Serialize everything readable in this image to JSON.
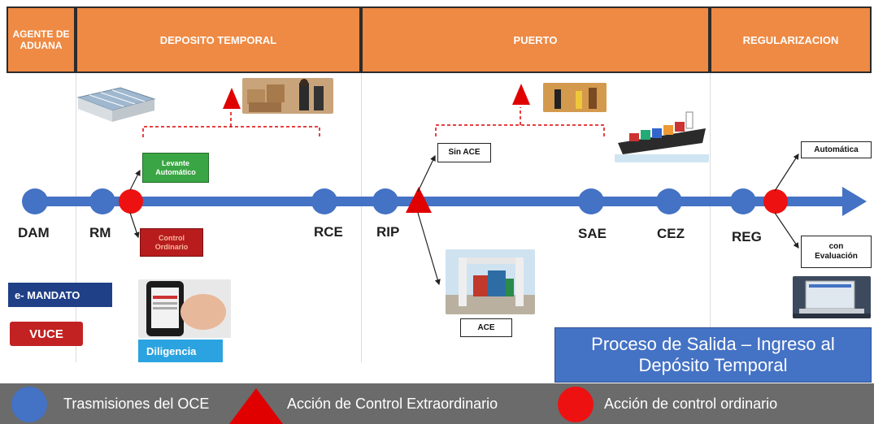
{
  "header": {
    "agente": "AGENTE DE ADUANA",
    "deposito": "DEPOSITO TEMPORAL",
    "puerto": "PUERTO",
    "regularizacion": "REGULARIZACION"
  },
  "timeline": {
    "nodes": [
      "DAM",
      "RM",
      "RCE",
      "RIP",
      "SAE",
      "CEZ",
      "REG"
    ]
  },
  "boxes": {
    "levante": "Levante Automático",
    "control": "Control Ordinario",
    "sin_ace": "Sin ACE",
    "ace": "ACE",
    "automatica": "Automática",
    "con_evaluacion": "con Evaluación"
  },
  "side_labels": {
    "emandato": "e- MANDATO",
    "vuce": "VUCE",
    "diligencia": "Diligencia"
  },
  "title_box": "Proceso de Salida – Ingreso al Depósito Temporal",
  "legend": {
    "transmisiones": "Trasmisiones del OCE",
    "extraordinario": "Acción de Control Extraordinario",
    "ordinario": "Acción de control ordinario"
  },
  "colors": {
    "header": "#ee8a44",
    "timeline": "#4472c4",
    "ordinary": "#ee1111",
    "legend_bg": "#6b6b6b",
    "title_box": "#4472c4"
  }
}
